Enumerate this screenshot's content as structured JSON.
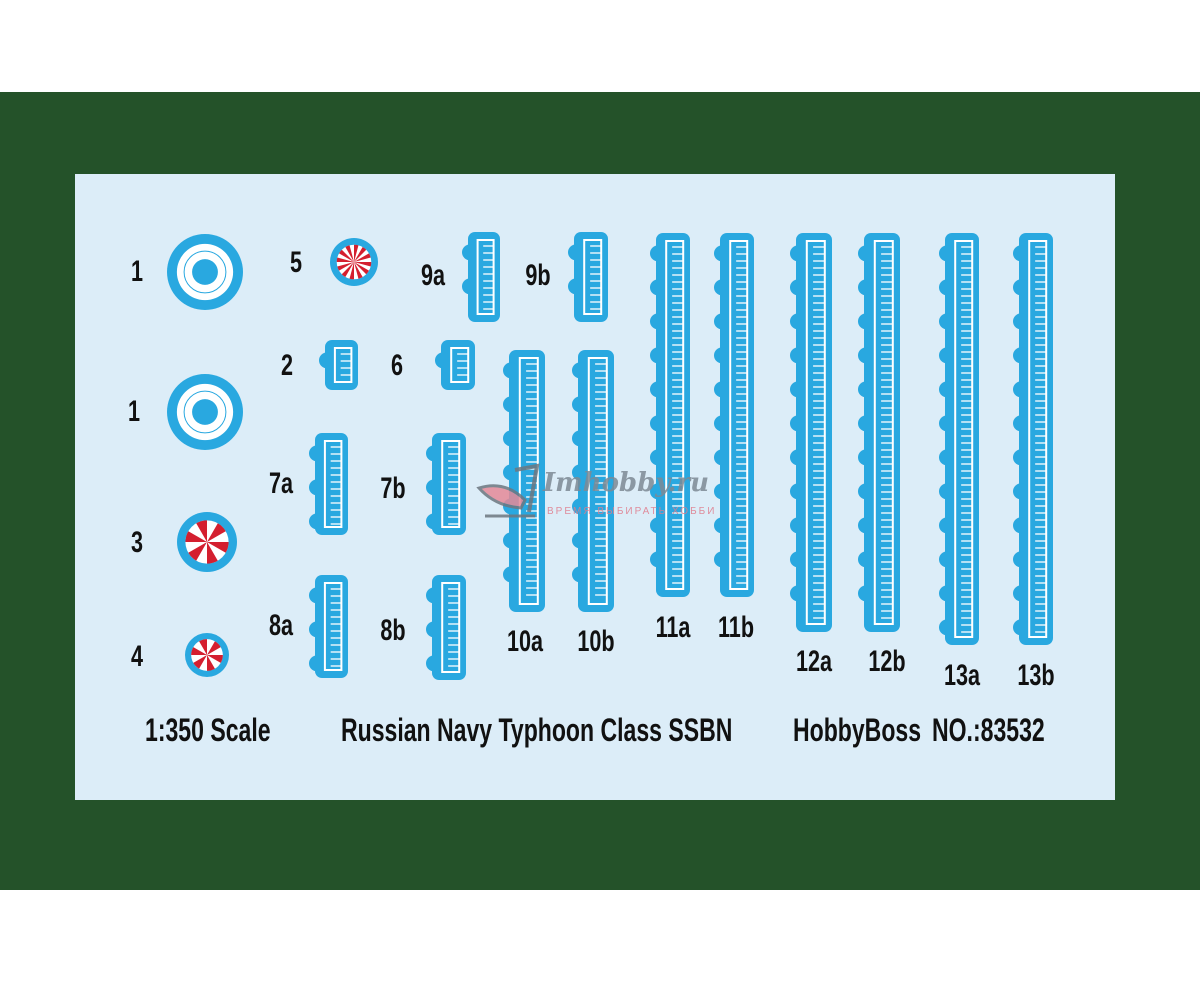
{
  "colors": {
    "frame": "#245229",
    "sheet": "#dcedf8",
    "decal_blue": "#29a8e0",
    "decal_red": "#d41f2f"
  },
  "labels": [
    "1",
    "5",
    "9a",
    "9b",
    "2",
    "6",
    "1",
    "7a",
    "7b",
    "3",
    "8a",
    "8b",
    "4",
    "10a",
    "10b",
    "11a",
    "11b",
    "12a",
    "12b",
    "13a",
    "13b"
  ],
  "footer": {
    "scale": "1:350  Scale",
    "title": "Russian Navy Typhoon Class SSBN",
    "brand": "HobbyBoss",
    "number": "NO.:83532"
  },
  "watermark": {
    "name": "Imhobby.ru",
    "slogan": "ВРЕМЯ ВЫБИРАТЬ ХОББИ"
  }
}
